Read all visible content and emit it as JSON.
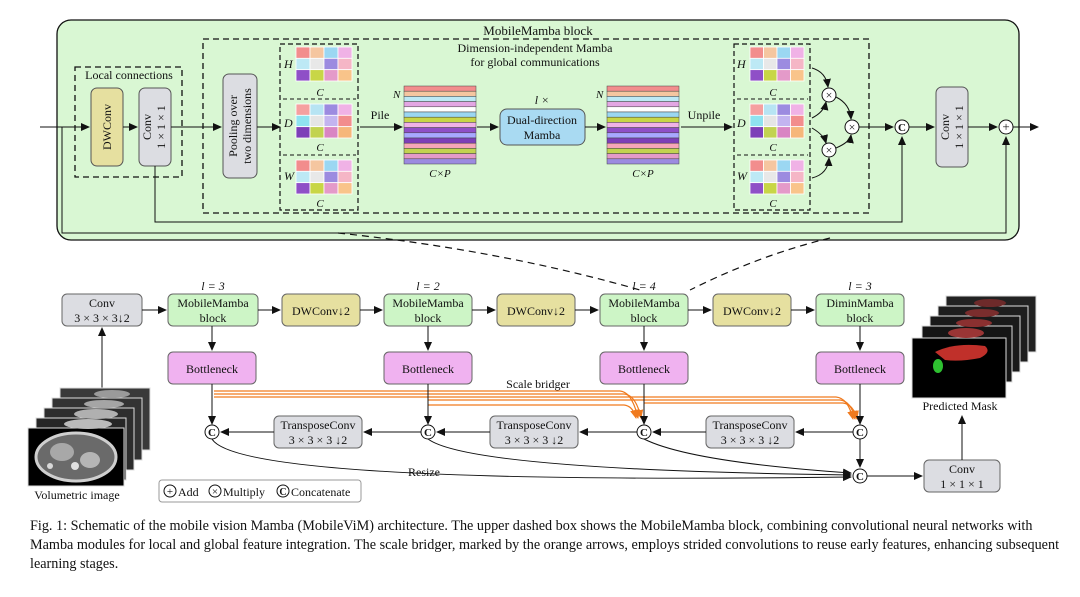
{
  "mobilemamba": {
    "title": "MobileMamba block",
    "local_title": "Local connections",
    "dwconv": "DWConv",
    "conv_a": "Conv",
    "conv_b": "1 × 1 × 1",
    "pooling_a": "Pooling over",
    "pooling_b": "two dimensions",
    "dim_title_a": "Dimension-independent Mamba",
    "dim_title_b": "for global communications",
    "h": "H",
    "d": "D",
    "w": "W",
    "c": "C",
    "n": "N",
    "pile": "Pile",
    "unpile": "Unpile",
    "cxp": "C×P",
    "l_times": "l ×",
    "dual_a": "Dual-direction",
    "dual_b": "Mamba",
    "conv_out_a": "Conv",
    "conv_out_b": "1 × 1 × 1",
    "multiply_symbol": "×",
    "add_symbol": "+",
    "concat_symbol": "C"
  },
  "pipeline": {
    "conv_stem_a": "Conv",
    "conv_stem_b": "3 × 3 × 3↓2",
    "stages": [
      {
        "l": "l = 3",
        "a": "MobileMamba",
        "b": "block"
      },
      {
        "l": "l = 2",
        "a": "MobileMamba",
        "b": "block"
      },
      {
        "l": "l = 4",
        "a": "MobileMamba",
        "b": "block"
      },
      {
        "l": "l = 3",
        "a": "DiminMamba",
        "b": "block"
      }
    ],
    "dwconv_down": "DWConv↓2",
    "bottleneck": "Bottleneck",
    "scale_bridger": "Scale bridger",
    "transpose_a": "TransposeConv",
    "transpose_b": "3 × 3 × 3 ↓2",
    "resize": "Resize",
    "conv_final_a": "Conv",
    "conv_final_b": "1 × 1 × 1",
    "predicted_mask": "Predicted Mask",
    "volumetric_image": "Volumetric image",
    "legend_add": "Add",
    "legend_multiply": "Multiply",
    "legend_concat": "Concatenate"
  },
  "caption": {
    "label": "Fig. 1:",
    "text": "Schematic of the mobile vision Mamba (MobileViM) architecture. The upper dashed box shows the MobileMamba block, combining convolutional neural networks with Mamba modules for local and global feature integration. The scale bridger, marked by the orange arrows, employs strided convolutions to reuse early features, enhancing subsequent learning stages."
  },
  "colors": {
    "block_green_bg": "#d9f7d3",
    "dwconv_fill": "#e6e0a0",
    "gray_fill": "#dcdde2",
    "mamba_blue": "#a9daf2",
    "bottleneck_pink": "#f0b2f0",
    "stage_green": "#cdf5c6",
    "orange": "#f07a1e"
  }
}
